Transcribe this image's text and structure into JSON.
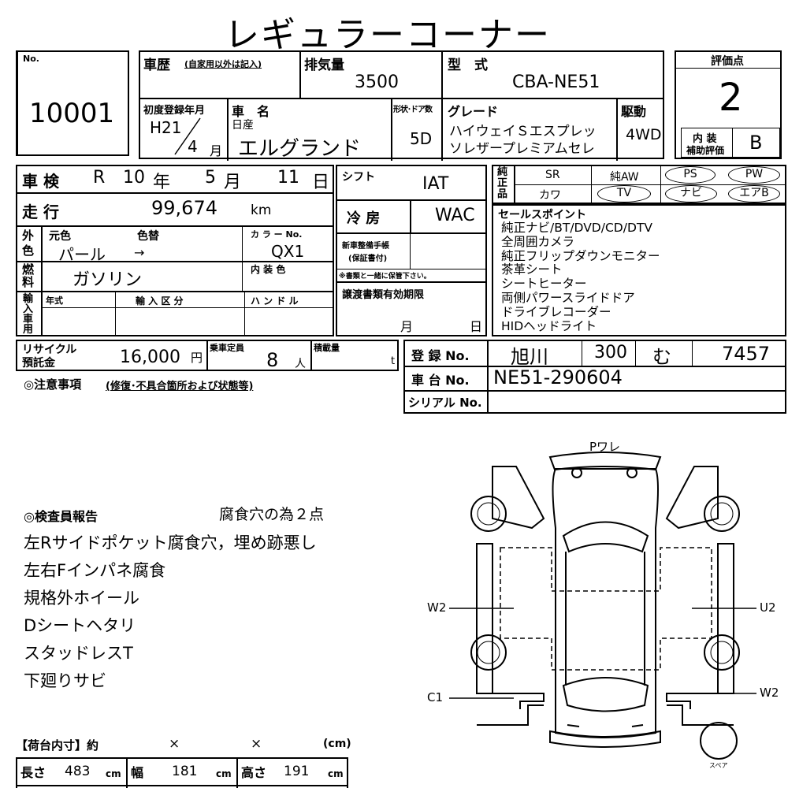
{
  "title": "レギュラーコーナー",
  "no": {
    "label": "No.",
    "value": "10001"
  },
  "history": {
    "label": "車歴",
    "sub": "(自家用以外は記入)"
  },
  "displacement": {
    "label": "排気量",
    "value": "3500"
  },
  "model": {
    "label": "型　式",
    "value": "CBA-NE51"
  },
  "grade_score": {
    "label": "評価点",
    "value": "2"
  },
  "first_reg": {
    "label": "初度登録年月",
    "era": "H21",
    "month": "4",
    "month_unit": "月"
  },
  "car_name": {
    "label": "車　名",
    "maker": "日産",
    "name": "エルグランド"
  },
  "body": {
    "label": "形状･ドア数",
    "value": "5D"
  },
  "grade": {
    "label": "グレード",
    "line1": "ハイウェイＳエスプレッ",
    "line2": "ソレザープレミアムセレ"
  },
  "drive": {
    "label": "駆動",
    "value": "4WD"
  },
  "interior_eval": {
    "label1": "内 装",
    "label2": "補助評価",
    "value": "B"
  },
  "inspection": {
    "label": "車 検",
    "era": "R",
    "year": "10",
    "year_unit": "年",
    "month": "5",
    "month_unit": "月",
    "day": "11",
    "day_unit": "日"
  },
  "shift": {
    "label": "シフト",
    "value": "IAT"
  },
  "genuine": {
    "label": "純正品",
    "items": [
      "SR",
      "純AW",
      "PS",
      "PW",
      "カワ",
      "TV",
      "ナビ",
      "エアB"
    ]
  },
  "mileage": {
    "label": "走 行",
    "value": "99,674",
    "unit": "km"
  },
  "aircon": {
    "label": "冷 房",
    "value": "WAC"
  },
  "selling_points": {
    "label": "セールスポイント",
    "items": [
      "純正ナビ/BT/DVD/CD/DTV",
      "全周囲カメラ",
      "純正フリップダウンモニター",
      "茶革シート",
      "シートヒーター",
      "両側パワースライドドア",
      "ドライブレコーダー",
      "HIDヘッドライト"
    ]
  },
  "exterior_color": {
    "label": "外色",
    "orig_label": "元色",
    "change_label": "色替",
    "value": "パール",
    "arrow": "→",
    "code_label": "カ ラ ー No.",
    "code": "QX1"
  },
  "new_car_docs": {
    "label1": "新車整備手帳",
    "label2": "(保証書付)",
    "note": "※書類と一緒に保管下さい。"
  },
  "fuel": {
    "label": "燃料",
    "value": "ガソリン",
    "interior_color_label": "内 装 色"
  },
  "import": {
    "label": "輸入車用",
    "year_label": "年式",
    "class_label": "輸 入 区 分",
    "handle_label": "ハ ン ド ル"
  },
  "transfer_docs": {
    "label": "譲渡書類有効期限",
    "month_unit": "月",
    "day_unit": "日"
  },
  "recycle": {
    "label1": "リサイクル",
    "label2": "預託金",
    "value": "16,000",
    "unit": "円"
  },
  "capacity": {
    "label": "乗車定員",
    "value": "8",
    "unit": "人"
  },
  "load": {
    "label": "積載量",
    "unit": "t"
  },
  "registration": {
    "label": "登 録 No.",
    "area": "旭川",
    "class": "300",
    "kana": "む",
    "number": "7457"
  },
  "chassis": {
    "label": "車 台 No.",
    "value": "NE51-290604"
  },
  "serial": {
    "label": "シリアル No."
  },
  "notes_label": "◎注意事項",
  "notes_sub": "(修復･不具合箇所および状態等)",
  "inspector": {
    "label": "◎検査員報告",
    "header_note": "腐食穴の為２点",
    "lines": [
      "左Rサイドポケット腐食穴，埋め跡悪し",
      "左右Fインパネ腐食",
      "規格外ホイール",
      "Dシートヘタリ",
      "スタッドレスT",
      "下廻りサビ"
    ]
  },
  "cargo": {
    "label": "【荷台内寸】約",
    "x1": "×",
    "x2": "×",
    "unit": "(cm)",
    "length_label": "長さ",
    "length": "483",
    "width_label": "幅",
    "width": "181",
    "height_label": "高さ",
    "height": "191",
    "cm": "cm"
  },
  "diagram": {
    "top": "Pワレ",
    "w2_left": "W2",
    "u2": "U2",
    "c1": "C1",
    "w2_right": "W2",
    "spare": "スペア"
  }
}
